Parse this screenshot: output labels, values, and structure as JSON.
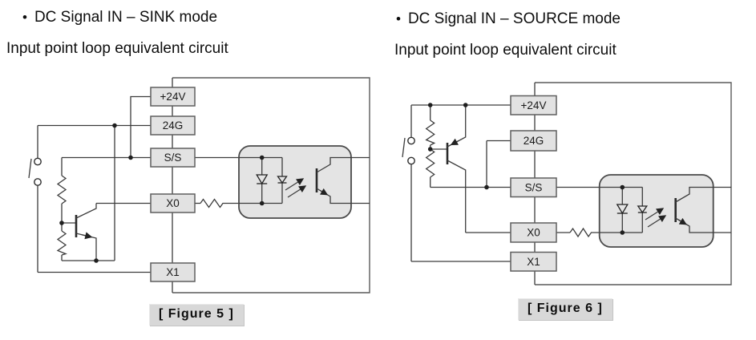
{
  "bullet": "•",
  "left": {
    "title": "DC Signal IN – SINK mode",
    "subtitle": "Input point loop equivalent circuit",
    "terminals": {
      "p24v": "+24V",
      "g24": "24G",
      "ss": "S/S",
      "x0": "X0",
      "x1": "X1"
    },
    "caption": "[ Figure 5 ]"
  },
  "right": {
    "title": "DC Signal IN – SOURCE mode",
    "subtitle": "Input point loop equivalent circuit",
    "terminals": {
      "p24v": "+24V",
      "g24": "24G",
      "ss": "S/S",
      "x0": "X0",
      "x1": "X1"
    },
    "caption": "[ Figure 6 ]"
  },
  "colors": {
    "wire": "#3c3c3c",
    "terminal_fill": "#e2e2e2",
    "optocoupler_fill": "#e4e4e4",
    "caption_bg": "#d8d8d8",
    "text": "#0d0d0d"
  }
}
